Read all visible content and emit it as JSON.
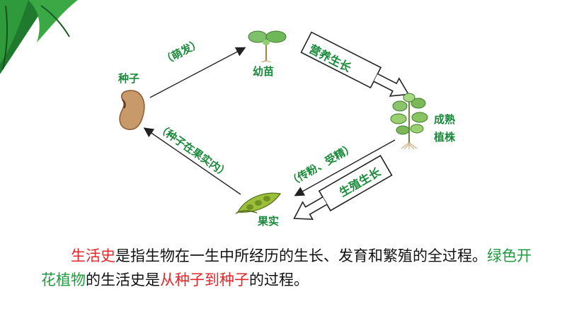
{
  "diagram": {
    "nodes": {
      "seed": "种子",
      "seedling": "幼苗",
      "mature_plant_line1": "成熟",
      "mature_plant_line2": "植株",
      "fruit": "果实"
    },
    "edge_labels": {
      "germination": "（萌发）",
      "seed_in_fruit": "（种子在果实内）",
      "pollination_fertilization": "（传粉、受精）"
    },
    "arrow_banners": {
      "vegetative_growth": "营养生长",
      "reproductive_growth": "生殖生长"
    }
  },
  "paragraph": {
    "indent": "　　",
    "term": "生活史",
    "text1": "是指生物在一生中所经历的生长、发育和繁殖的全过程。",
    "green_phrase": "绿色开花植物",
    "text2": "的生活史是",
    "red_phrase": "从种子到种子",
    "text3": "的过程。"
  },
  "colors": {
    "accent_green": "#1a8a3a",
    "accent_red": "#e3262a"
  }
}
